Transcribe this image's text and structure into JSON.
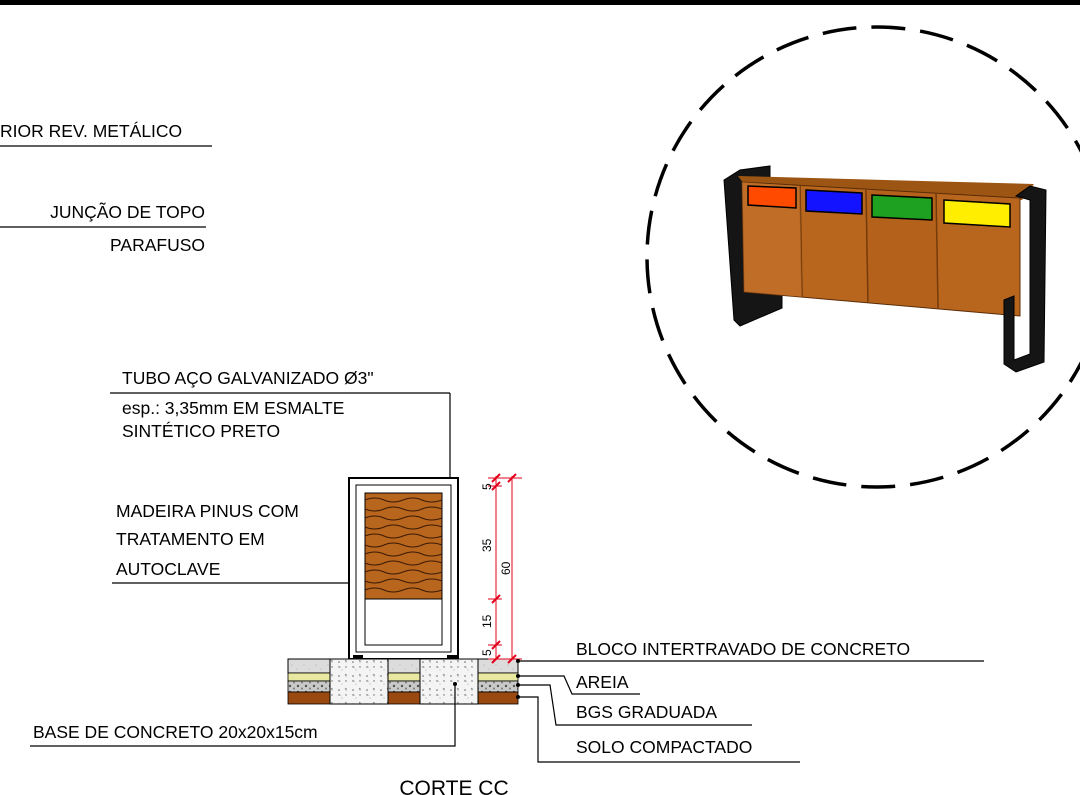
{
  "labels": {
    "top_partial": "RIOR REV. METÁLICO",
    "juncao": "JUNÇÃO DE TOPO",
    "parafuso": "PARAFUSO",
    "tubo_line1": "TUBO AÇO GALVANIZADO Ø3\"",
    "tubo_line2": "esp.: 3,35mm EM ESMALTE",
    "tubo_line3": "SINTÉTICO PRETO",
    "madeira_line1": "MADEIRA PINUS COM",
    "madeira_line2": "TRATAMENTO EM",
    "madeira_line3": "AUTOCLAVE",
    "bloco": "BLOCO INTERTRAVADO DE CONCRETO",
    "areia": "AREIA",
    "bgs": "BGS GRADUADA",
    "solo": "SOLO COMPACTADO",
    "base": "BASE DE CONCRETO 20x20x15cm",
    "corte": "CORTE CC"
  },
  "dimensions": {
    "d_top": "5",
    "d_wood": "35",
    "d_gap": "15",
    "d_bottom": "5",
    "d_total": "60"
  },
  "bin_colors": [
    "#ff4a00",
    "#1313ff",
    "#1ea020",
    "#ffee00"
  ],
  "colors": {
    "wood": "#b8651e",
    "wood_dark": "#8c4a12",
    "sand": "#e8e8a0",
    "soil": "#9a4a10",
    "paver": "#d8d8d8",
    "dimension": "#e3001b"
  }
}
